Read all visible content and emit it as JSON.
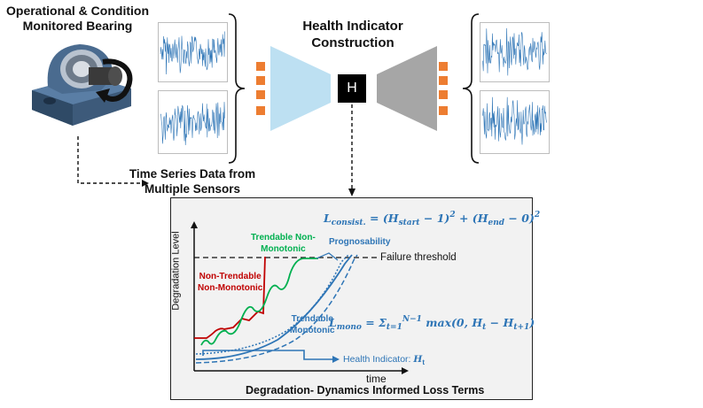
{
  "bearing": {
    "title_line1": "Operational & Condition",
    "title_line2": "Monitored Bearing"
  },
  "time_series": {
    "label_line1": "Time Series Data from",
    "label_line2": "Multiple Sensors"
  },
  "hi": {
    "title_line1": "Health Indicator",
    "title_line2": "Construction",
    "node_label": "H"
  },
  "panel": {
    "y_axis_label": "Degradation Level",
    "x_axis_label": "time",
    "caption": "Degradation- Dynamics Informed Loss Terms",
    "failure_threshold": "Failure threshold",
    "prognosability": "Prognosability",
    "trendable_non_monotonic": {
      "line1": "Trendable Non-",
      "line2": "Monotonic"
    },
    "non_trendable_non_monotonic": {
      "line1": "Non-Trendable",
      "line2": "Non-Monotonic"
    },
    "trendable_monotonic": {
      "line1": "Trendable",
      "line2": "Monotonic"
    },
    "health_indicator_label": "Health Indicator:",
    "health_indicator_symbol": "H",
    "health_indicator_sub": "t",
    "loss_consist": {
      "lhs": "L",
      "lhs_sub": "consist.",
      "rhs_part1": " = (H",
      "rhs_sub1": "start",
      "rhs_part2": " − 1)",
      "rhs_sup1": "2",
      "rhs_part3": " + (H",
      "rhs_sub2": "end",
      "rhs_part4": " − 0)",
      "rhs_sup2": "2"
    },
    "loss_mono": {
      "lhs": "L",
      "lhs_sub": "mono",
      "rhs_part1": " = Σ",
      "rhs_sub1": "t=1",
      "rhs_sup1": "N−1",
      "rhs_part2": " max(0, H",
      "rhs_sub2": "t",
      "rhs_part3": " −  H",
      "rhs_sub3": "t+1",
      "rhs_part4": ")"
    }
  },
  "colors": {
    "signal": "#2e75b6",
    "encoder": "#bde0f2",
    "decoder": "#a6a6a6",
    "feature": "#ed7d31",
    "red_curve": "#c00000",
    "green_curve": "#00b050",
    "blue_curve": "#2e75b6",
    "panel_bg": "#f2f2f2"
  }
}
